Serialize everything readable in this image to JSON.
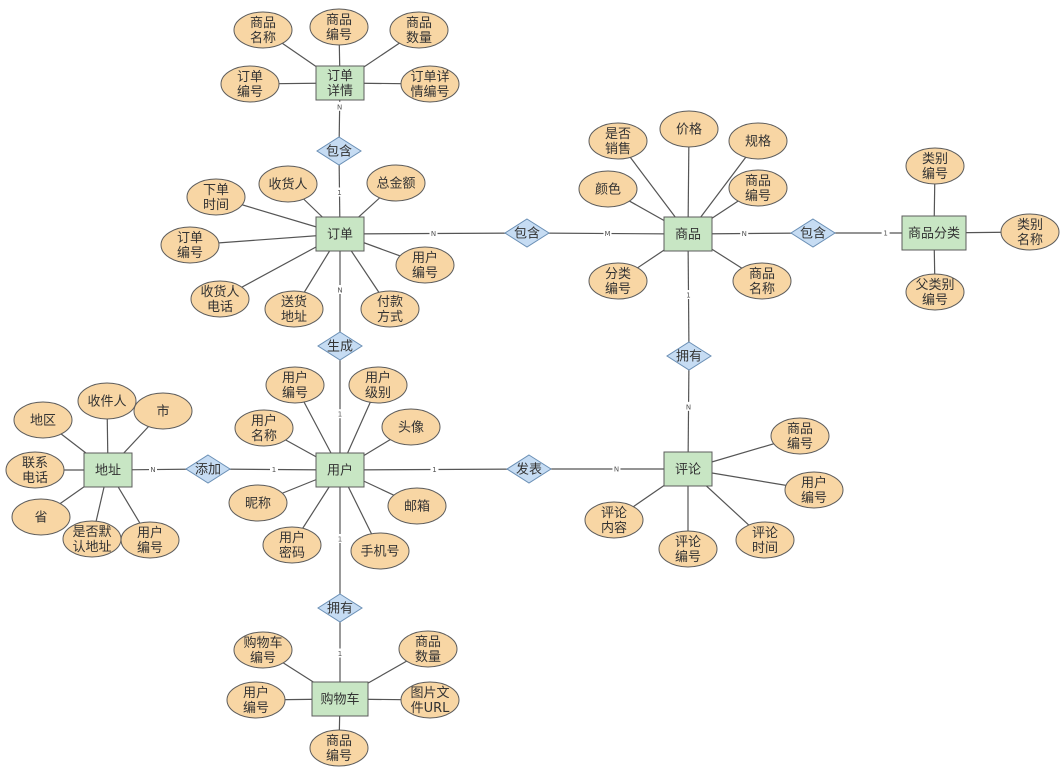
{
  "entities": {
    "order_detail": "订单\n详情",
    "order": "订单",
    "product": "商品",
    "category": "商品分类",
    "address": "地址",
    "user": "用户",
    "review": "评论",
    "cart": "购物车"
  },
  "relationships": {
    "contains_detail": "包含",
    "contains_product": "包含",
    "in_category": "包含",
    "generates": "生成",
    "adds": "添加",
    "posts": "发表",
    "has_review": "拥有",
    "has_cart": "拥有"
  },
  "attributes": {
    "order_detail": {
      "product_name": "商品\n名称",
      "product_id": "商品\n编号",
      "quantity": "商品\n数量",
      "order_id": "订单\n编号",
      "detail_id": "订单详\n情编号"
    },
    "order": {
      "order_time": "下单\n时间",
      "receiver": "收货人",
      "total": "总金额",
      "order_id": "订单\n编号",
      "user_id": "用户\n编号",
      "receiver_phone": "收货人\n电话",
      "ship_address": "送货\n地址",
      "payment": "付款\n方式"
    },
    "product": {
      "on_sale": "是否\n销售",
      "price": "价格",
      "spec": "规格",
      "color": "颜色",
      "product_id": "商品\n编号",
      "category_id": "分类\n编号",
      "product_name": "商品\n名称"
    },
    "category": {
      "category_id": "类别\n编号",
      "category_name": "类别\n名称",
      "parent_id": "父类别\n编号"
    },
    "address": {
      "region": "地区",
      "recipient": "收件人",
      "city": "市",
      "phone": "联系\n电话",
      "province": "省",
      "is_default": "是否默\n认地址",
      "user_id": "用户\n编号"
    },
    "user": {
      "user_id": "用户\n编号",
      "user_level": "用户\n级别",
      "user_name": "用户\n名称",
      "avatar": "头像",
      "nickname": "昵称",
      "email": "邮箱",
      "password": "用户\n密码",
      "mobile": "手机号"
    },
    "review": {
      "product_id": "商品\n编号",
      "user_id": "用户\n编号",
      "content": "评论\n内容",
      "review_id": "评论\n编号",
      "review_time": "评论\n时间"
    },
    "cart": {
      "cart_id": "购物车\n编号",
      "quantity": "商品\n数量",
      "user_id": "用户\n编号",
      "image_url": "图片文\n件URL",
      "product_id": "商品\n编号"
    }
  },
  "cardinality": {
    "n": "N",
    "m": "M",
    "one": "1"
  }
}
